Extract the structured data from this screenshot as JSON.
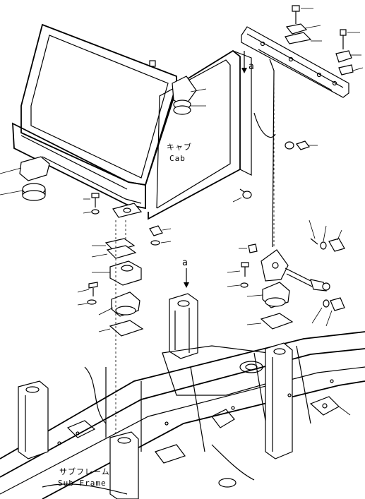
{
  "labels": {
    "cab_jp": "キャブ",
    "cab_en": "Cab",
    "subframe_jp": "サブフレーム",
    "subframe_en": "Sub Frame",
    "view_a_top": "a",
    "view_a_mid": "a"
  }
}
